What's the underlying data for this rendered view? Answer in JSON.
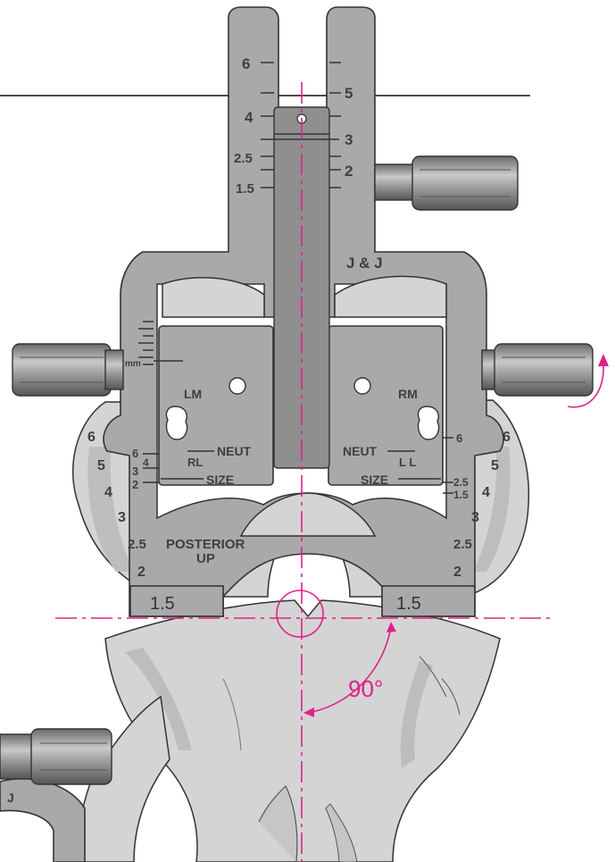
{
  "colors": {
    "accent": "#e0208a",
    "instrument": "#a9a9a9",
    "bone": "#d4d4d4",
    "outline": "#333333"
  },
  "labels": {
    "brand": "J & J",
    "brand_partial": "J",
    "lm": "LM",
    "rm": "RM",
    "neut_left": "NEUT",
    "neut_right": "NEUT",
    "rl": "RL",
    "ll": "L L",
    "size_left": "SIZE",
    "size_right": "SIZE",
    "posterior": "POSTERIOR",
    "up": "UP",
    "mm": "mm",
    "angle": "90°"
  },
  "stem_scale": {
    "left": [
      "6",
      "4",
      "2.5",
      "1.5"
    ],
    "right": [
      "5",
      "3",
      "2"
    ]
  },
  "inner_scale": {
    "left": [
      "6",
      "4",
      "3",
      "2"
    ],
    "right": [
      "6",
      "2.5",
      "1.5"
    ]
  },
  "side_scale": {
    "left": [
      "6",
      "5",
      "4",
      "3",
      "2.5",
      "2"
    ],
    "right": [
      "6",
      "5",
      "4",
      "3",
      "2.5",
      "2"
    ]
  },
  "foot_labels": {
    "left": "1.5",
    "right": "1.5"
  }
}
